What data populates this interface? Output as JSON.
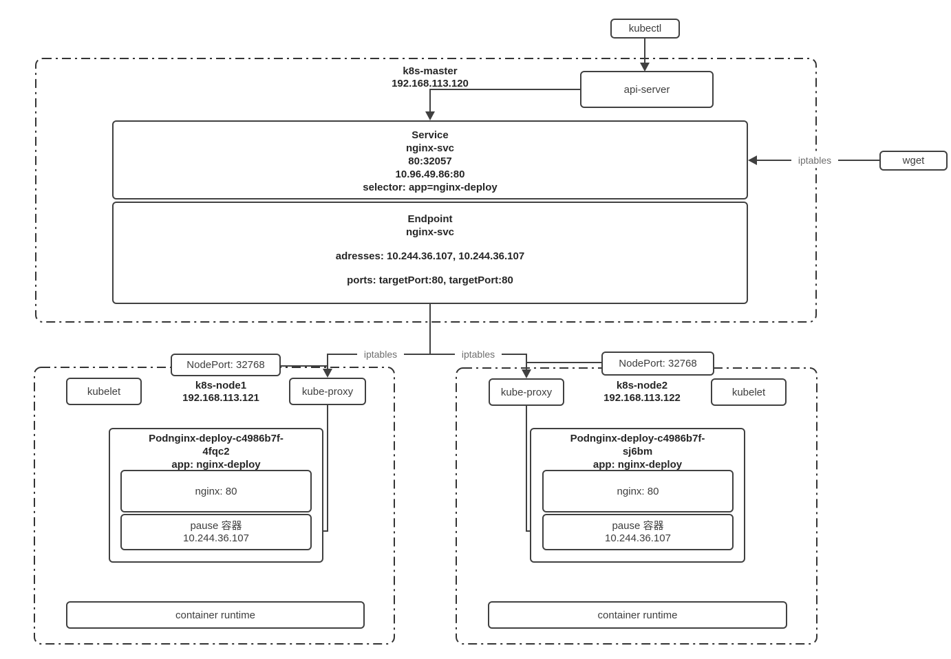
{
  "external": {
    "kubectl": "kubectl",
    "wget": "wget"
  },
  "master": {
    "title": "k8s-master",
    "ip": "192.168.113.120",
    "api_server": "api-server",
    "service": {
      "lines": [
        "Service",
        "nginx-svc",
        "80:32057",
        "10.96.49.86:80",
        "selector: app=nginx-deploy"
      ]
    },
    "endpoint": {
      "title": "Endpoint",
      "name": "nginx-svc",
      "addresses": "adresses: 10.244.36.107, 10.244.36.107",
      "ports": "ports: targetPort:80, targetPort:80"
    }
  },
  "labels": {
    "iptables_wget": "iptables",
    "iptables_left": "iptables",
    "iptables_right": "iptables"
  },
  "node1": {
    "title": "k8s-node1",
    "ip": "192.168.113.121",
    "nodeport": "NodePort: 32768",
    "kubelet": "kubelet",
    "kube_proxy": "kube-proxy",
    "pod": {
      "title_line1": "Podnginx-deploy-c4986b7f-",
      "title_line2": "4fqc2",
      "title_line3": "app: nginx-deploy",
      "nginx": "nginx: 80",
      "pause_name": "pause 容器",
      "pause_ip": "10.244.36.107"
    },
    "runtime": "container runtime"
  },
  "node2": {
    "title": "k8s-node2",
    "ip": "192.168.113.122",
    "nodeport": "NodePort: 32768",
    "kubelet": "kubelet",
    "kube_proxy": "kube-proxy",
    "pod": {
      "title_line1": "Podnginx-deploy-c4986b7f-",
      "title_line2": "sj6bm",
      "title_line3": "app: nginx-deploy",
      "nginx": "nginx: 80",
      "pause_name": "pause 容器",
      "pause_ip": "10.244.36.107"
    },
    "runtime": "container runtime"
  },
  "colors": {
    "line": "#404040",
    "dashed_border": "#333333",
    "gray_label": "#6e6e6e"
  }
}
